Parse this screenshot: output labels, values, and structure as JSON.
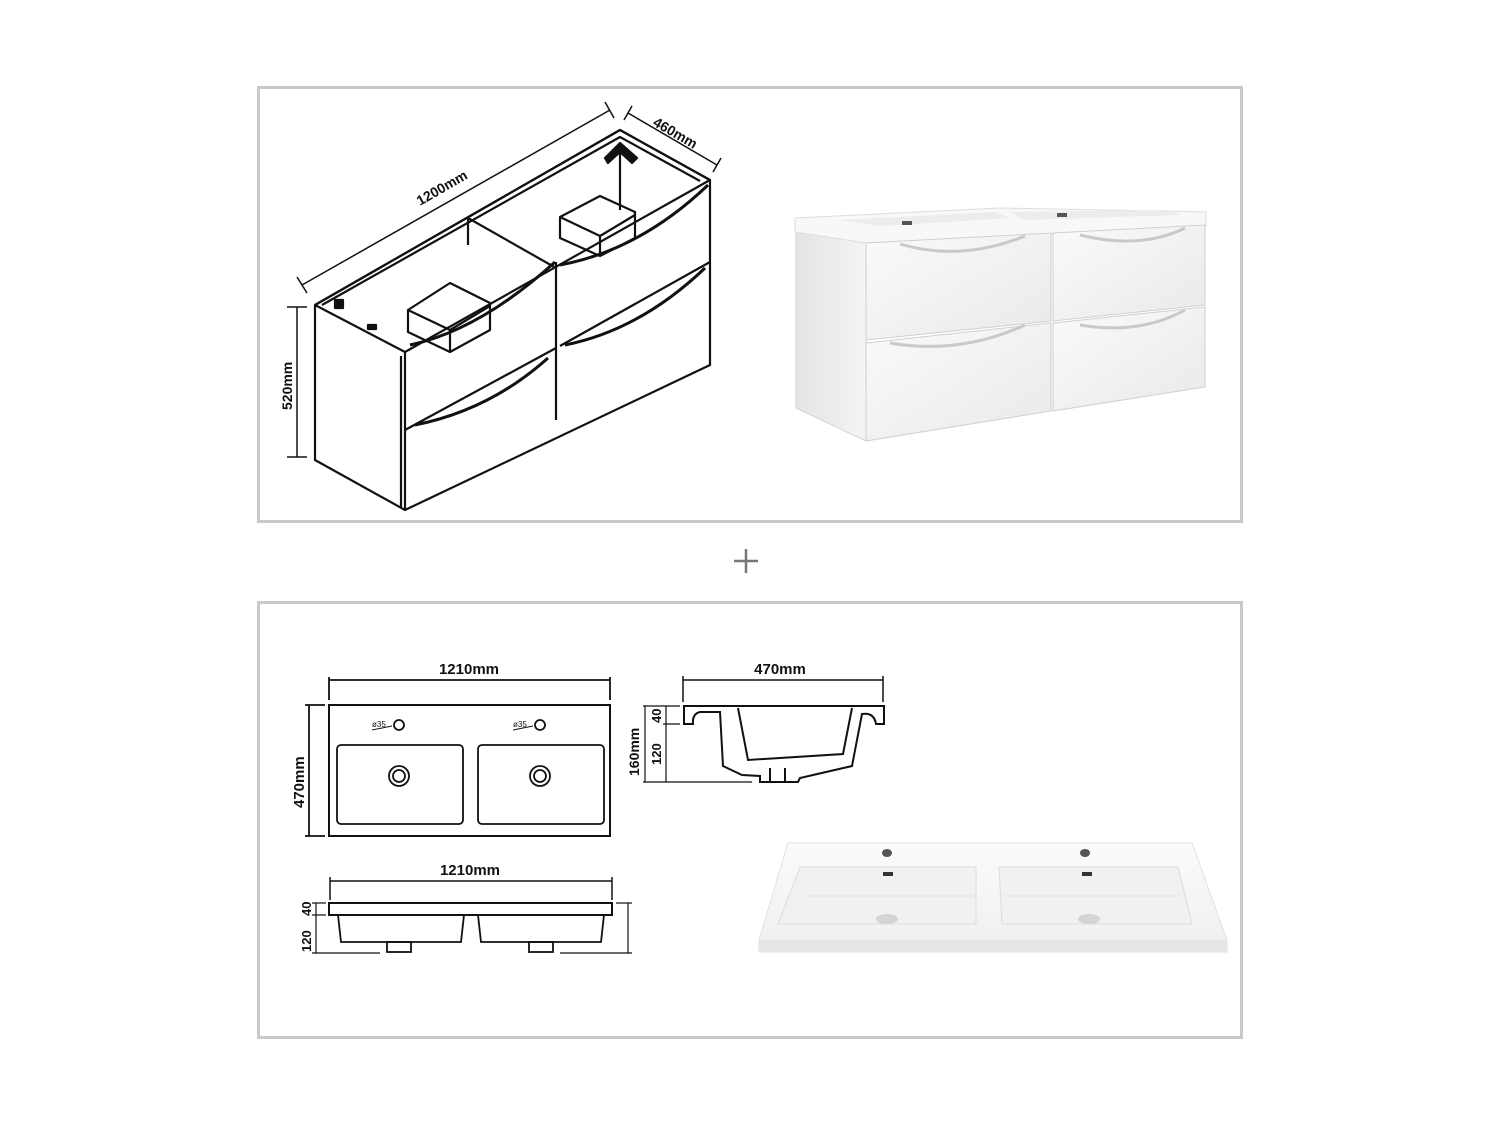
{
  "cabinet_drawing": {
    "width_label": "1200mm",
    "depth_label": "460mm",
    "height_label": "520mm"
  },
  "cabinet_photo": {
    "description": "white gloss double vanity with 4 drawers and integrated double basin"
  },
  "separator": {
    "symbol": "+"
  },
  "basin_top_view": {
    "width_label": "1210mm",
    "depth_label": "470mm",
    "tap_hole_labels": [
      "ø35",
      "ø35"
    ]
  },
  "basin_side_section": {
    "width_label": "470mm",
    "total_height_label": "160mm",
    "rim_height_label": "40",
    "bowl_height_label": "120"
  },
  "basin_front_view": {
    "width_label": "1210mm",
    "rim_height_label": "40",
    "bowl_height_label": "120"
  },
  "basin_photo": {
    "description": "white double basin countertop with two tap holes and overflow slots"
  },
  "colors": {
    "frame_border": "#c9c9c9",
    "line": "#111111",
    "plus": "#777777",
    "product_white": "#f2f2f2"
  }
}
